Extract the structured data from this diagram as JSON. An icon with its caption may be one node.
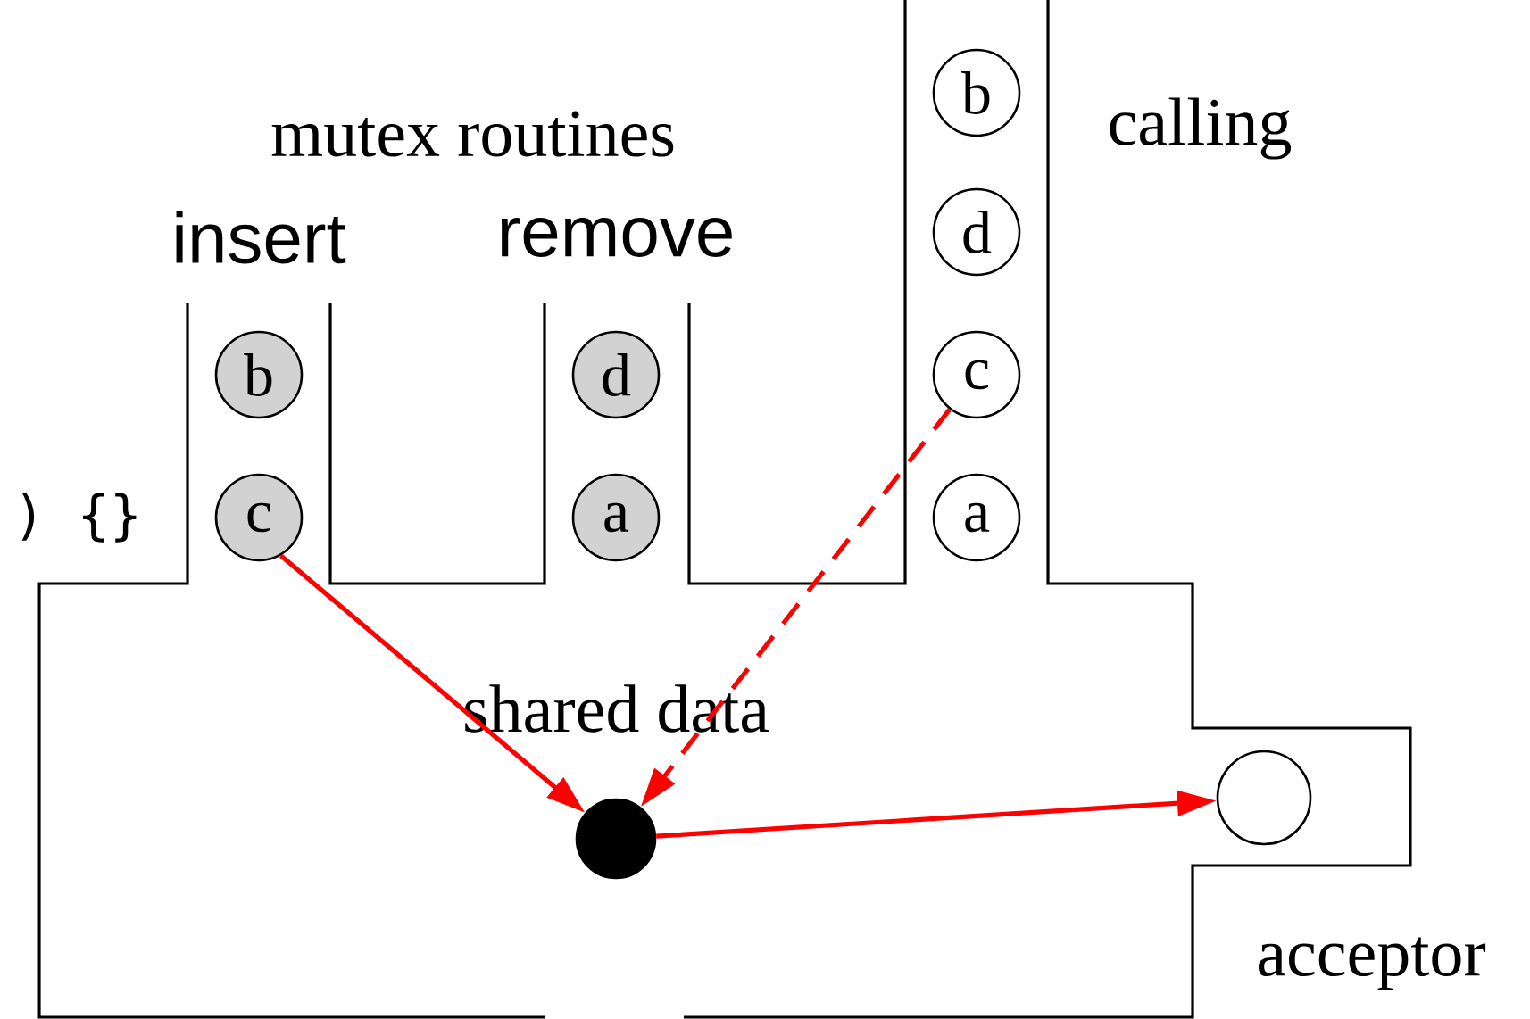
{
  "diagram": {
    "nodes": [
      {
        "text": [
          "b"
        ]
      },
      {
        "text": [
          "c"
        ]
      },
      {
        "text": [
          "d"
        ]
      },
      {
        "text": [
          "a"
        ]
      },
      {
        "text": [
          "b"
        ]
      },
      {
        "text": [
          "d"
        ]
      },
      {
        "text": [
          "c"
        ]
      },
      {
        "text": [
          "a"
        ]
      },
      {
        "text": [],
        "shape": "circle"
      },
      {
        "text": [],
        "shape": "circle"
      }
    ],
    "edges": [
      {
        "from": 1,
        "to": 8,
        "arrow": "to"
      },
      {
        "from": 6,
        "to": 8,
        "arrow": "to",
        "style": "dashed"
      },
      {
        "from": 8,
        "to": 9,
        "arrow": "to"
      }
    ],
    "labels": [
      ") {}",
      "mutex routines",
      "insert",
      "remove",
      "calling",
      "shared data",
      "acceptor"
    ]
  }
}
